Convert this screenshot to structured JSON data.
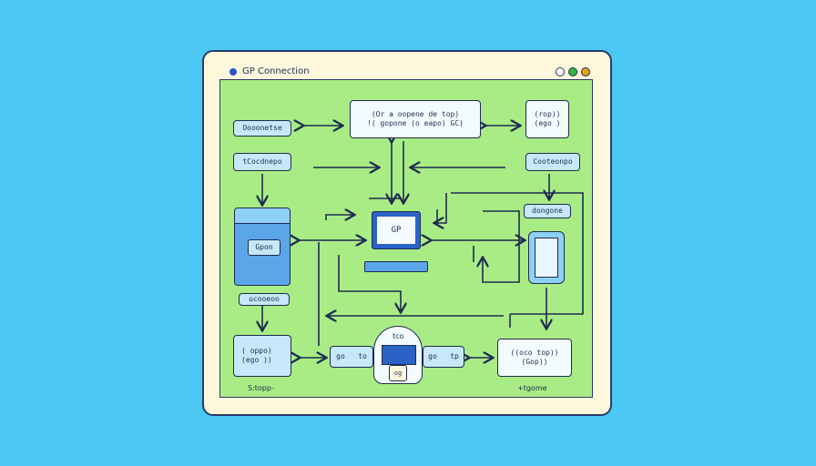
{
  "window": {
    "title": "GP Connection"
  },
  "nodes": {
    "top_center": {
      "line1": "(Or a oopene de top)",
      "line2": "!( gopone (o eapo) GC)"
    },
    "top_right": {
      "line1": "(rop))",
      "line2": "(ego )"
    },
    "left_1": "Oooonetse",
    "left_2": "tCocdnepo",
    "right_1": "Cooteonpo",
    "right_2": "dongone",
    "server_label": "Gpon",
    "left_3": "ucooeoo",
    "laptop_label": "GP",
    "bottom_left": {
      "line1": "( oppo)",
      "line2": "(ego ))"
    },
    "bottom_mid_left": "go   to",
    "bottom_mid_right": "go   tp",
    "hub_top": "tco",
    "hub_bottom": "og",
    "bottom_right": {
      "line1": "((oco top))",
      "line2": "(Gop))"
    }
  },
  "labels": {
    "bottom_left_caption": "S:topp-",
    "bottom_right_caption": "+tgome"
  },
  "colors": {
    "background": "#4cc8f5",
    "canvas": "#a9ec85",
    "window": "#fdf8dc",
    "box": "#c6e8f8",
    "ink": "#1d2b52",
    "dot_gold": "#e0a21a",
    "dot_green": "#34b34a"
  }
}
